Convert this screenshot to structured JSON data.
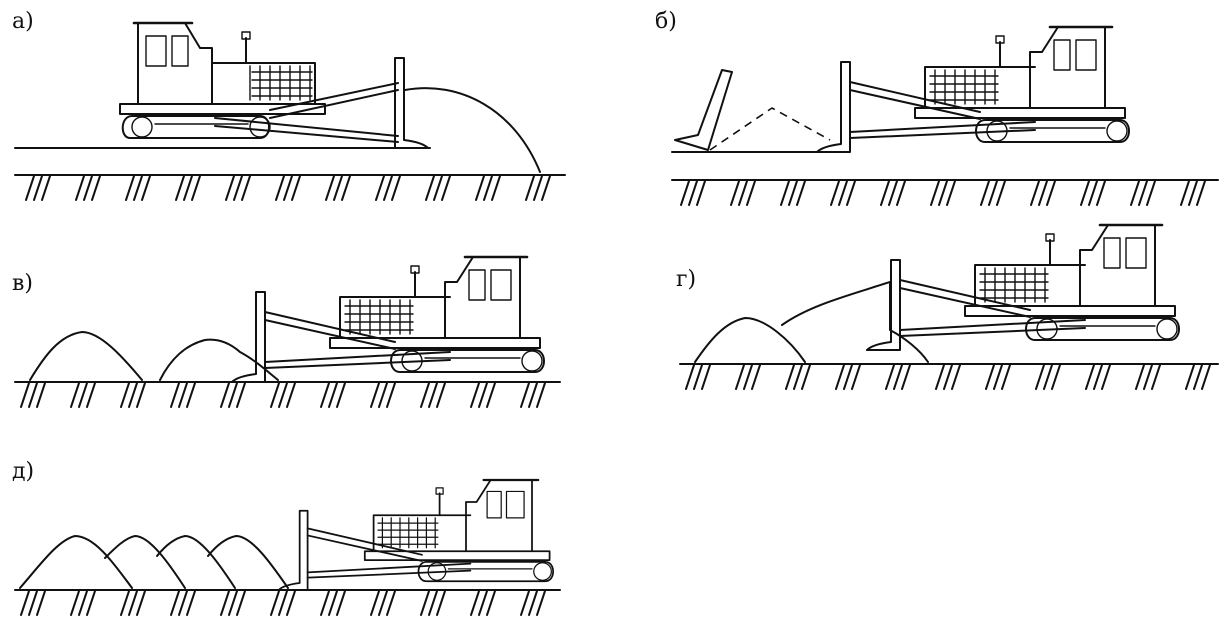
{
  "panels": [
    {
      "key": "a",
      "label": "а)"
    },
    {
      "key": "b",
      "label": "б)"
    },
    {
      "key": "v",
      "label": "в)"
    },
    {
      "key": "g",
      "label": "г)"
    },
    {
      "key": "d",
      "label": "д)"
    }
  ]
}
